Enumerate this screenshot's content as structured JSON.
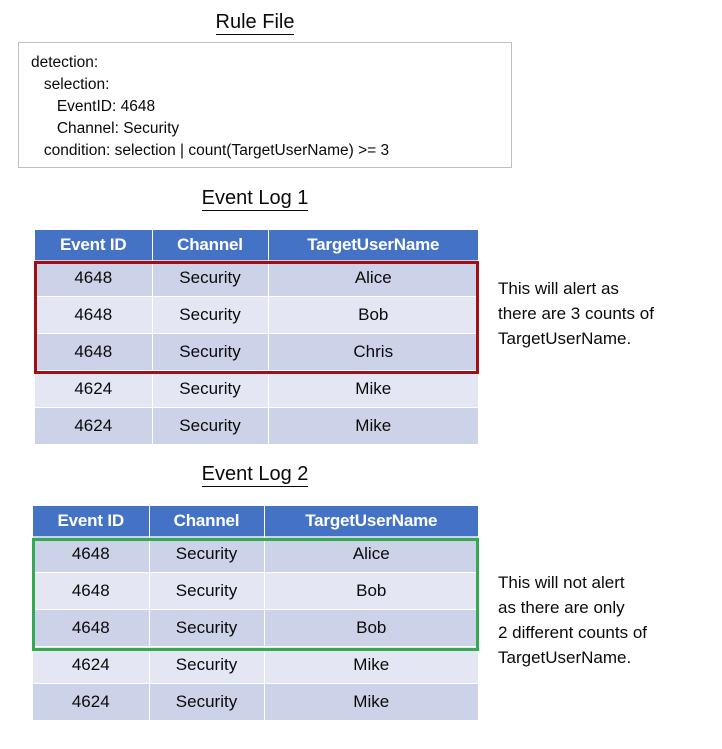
{
  "rule_section": {
    "title": "Rule File",
    "content": "detection:\n   selection:\n      EventID: 4648\n      Channel: Security\n   condition: selection | count(TargetUserName) >= 3"
  },
  "log1_section": {
    "title": "Event Log 1",
    "columns": [
      "Event ID",
      "Channel",
      "TargetUserName"
    ],
    "rows": [
      {
        "event_id": "4648",
        "channel": "Security",
        "target_user_name": "Alice",
        "highlighted": true
      },
      {
        "event_id": "4648",
        "channel": "Security",
        "target_user_name": "Bob",
        "highlighted": true
      },
      {
        "event_id": "4648",
        "channel": "Security",
        "target_user_name": "Chris",
        "highlighted": true
      },
      {
        "event_id": "4624",
        "channel": "Security",
        "target_user_name": "Mike",
        "highlighted": false
      },
      {
        "event_id": "4624",
        "channel": "Security",
        "target_user_name": "Mike",
        "highlighted": false
      }
    ],
    "note": "This will alert as\nthere are 3 counts of\nTargetUserName.",
    "highlight_color": "#9e0f16"
  },
  "log2_section": {
    "title": "Event Log 2",
    "columns": [
      "Event ID",
      "Channel",
      "TargetUserName"
    ],
    "rows": [
      {
        "event_id": "4648",
        "channel": "Security",
        "target_user_name": "Alice",
        "highlighted": true
      },
      {
        "event_id": "4648",
        "channel": "Security",
        "target_user_name": "Bob",
        "highlighted": true
      },
      {
        "event_id": "4648",
        "channel": "Security",
        "target_user_name": "Bob",
        "highlighted": true
      },
      {
        "event_id": "4624",
        "channel": "Security",
        "target_user_name": "Mike",
        "highlighted": false
      },
      {
        "event_id": "4624",
        "channel": "Security",
        "target_user_name": "Mike",
        "highlighted": false
      }
    ],
    "note": "This will not alert\nas there are only\n2 different counts of\nTargetUserName.",
    "highlight_color": "#34A853"
  },
  "colors": {
    "header_blue": "#4472C4",
    "row_band_a": "#ccd2e8",
    "row_band_b": "#e4e7f3",
    "rule_box_border": "#bfbfbf",
    "text": "#0a0a0a"
  }
}
